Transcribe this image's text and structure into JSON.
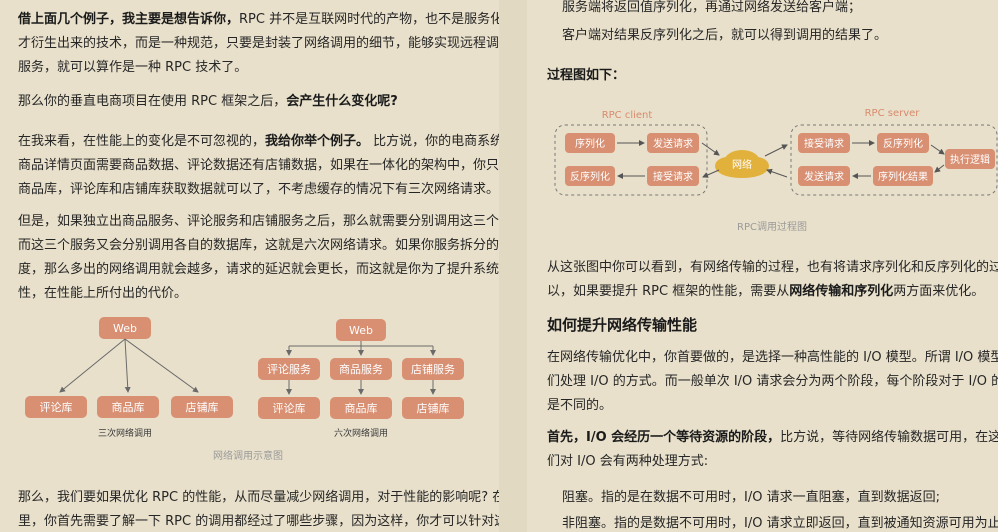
{
  "left": {
    "para1": {
      "l1_b": "借上面几个例子，我主要是想告诉你，",
      "l1_r": "RPC 并不是互联网时代的产物，也不是服务化之后",
      "l2": "才衍生出来的技术，而是一种规范，只要是封装了网络调用的细节，能够实现远程调用其他",
      "l3": "服务，就可以算作是一种 RPC 技术了。"
    },
    "para2": {
      "l1_a": "那么你的垂直电商项目在使用 RPC 框架之后，",
      "l1_b": "会产生什么变化呢?"
    },
    "para3": {
      "l1_a": "在我来看，在性能上的变化是不可忽视的，",
      "l1_b": "我给你举个例子。",
      "l1_c": " 比方说，你的电商系统中，",
      "l2": "商品详情页面需要商品数据、评论数据还有店铺数据，如果在一体化的架构中，你只需要从",
      "l3": "商品库，评论库和店铺库获取数据就可以了，不考虑缓存的情况下有三次网络请求。"
    },
    "para4": {
      "l1": "但是，如果独立出商品服务、评论服务和店铺服务之后，那么就需要分别调用这三个服务，",
      "l2": "而这三个服务又会分别调用各自的数据库，这就是六次网络请求。如果你服务拆分的更细粒",
      "l3": "度，那么多出的网络调用就会越多，请求的延迟就会更长，而这就是你为了提升系统的扩展",
      "l4": "性，在性能上所付出的代价。"
    },
    "diagram": {
      "web": "Web",
      "comment_db": "评论库",
      "product_db": "商品库",
      "shop_db": "店铺库",
      "comment_svc": "评论服务",
      "product_svc": "商品服务",
      "shop_svc": "店铺服务",
      "cap_three": "三次网络调用",
      "cap_six": "六次网络调用",
      "caption": "网络调用示意图"
    },
    "para5": {
      "l1": "那么，我们要如果优化 RPC 的性能，从而尽量减少网络调用，对于性能的影响呢? 在这",
      "l2": "里，你首先需要了解一下 RPC 的调用都经过了哪些步骤，因为这样，你才可以针对这些步"
    }
  },
  "right": {
    "top1": "服务端将返回值序列化，再通过网络发送给客户端；",
    "top2": "客户端对结果反序列化之后，就可以得到调用的结果了。",
    "process_title": "过程图如下：",
    "rpc": {
      "client": "RPC client",
      "server": "RPC server",
      "serialize": "序列化",
      "send_req": "发送请求",
      "deserialize": "反序列化",
      "recv_resp": "接受请求",
      "network": "网络",
      "s_recv": "接受请求",
      "s_deser": "反序列化",
      "s_send": "发送请求",
      "s_ser": "序列化结果",
      "exec": "执行逻辑",
      "caption": "RPC调用过程图"
    },
    "para_a": {
      "l1": "从这张图中你可以看到，有网络传输的过程，也有将请求序列化和反序列化的过程，  所",
      "l2_a": "以，如果要提升 RPC 框架的性能，需要从",
      "l2_b": "网络传输和序列化",
      "l2_c": "两方面来优化。"
    },
    "heading": "如何提升网络传输性能",
    "para_b": {
      "l1": "在网络传输优化中，你首要做的，是选择一种高性能的 I/O 模型。所谓 I/O 模型，就是我",
      "l2": "们处理 I/O 的方式。而一般单次 I/O 请求会分为两个阶段，每个阶段对于 I/O 的处理方式",
      "l3": "是不同的。"
    },
    "para_c": {
      "l1_b": "首先，I/O 会经历一个等待资源的阶段，",
      "l1_r": "比方说，等待网络传输数据可用，在这个过程中我",
      "l2": "们对 I/O 会有两种处理方式:"
    },
    "block1": "阻塞。指的是在数据不可用时，I/O 请求一直阻塞，直到数据返回;",
    "block2": "非阻塞。指的是数据不可用时，I/O 请求立即返回，直到被通知资源可用为止。"
  },
  "colors": {
    "background": "#e8e0cb",
    "box_fill": "#d88f72",
    "box_text": "#ffffff",
    "label_red": "#d98a6c",
    "cloud": "#e2b13b"
  }
}
